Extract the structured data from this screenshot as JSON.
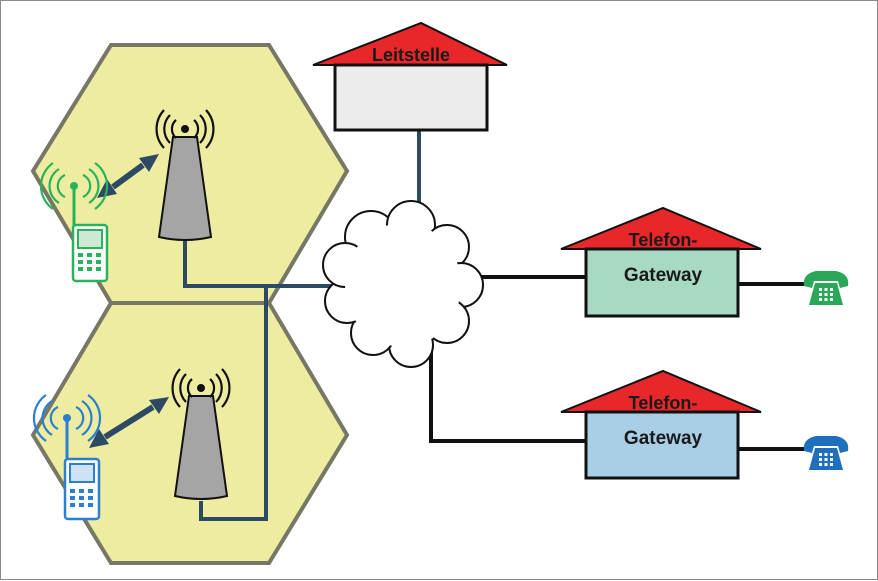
{
  "diagram": {
    "control_center": {
      "label": "Leitstelle"
    },
    "gateway_top": {
      "roof_label": "Telefon-",
      "box_label": "Gateway"
    },
    "gateway_bottom": {
      "roof_label": "Telefon-",
      "box_label": "Gateway"
    },
    "cells": [
      {
        "name": "cell-top",
        "handset_color": "green"
      },
      {
        "name": "cell-bottom",
        "handset_color": "blue"
      }
    ]
  },
  "colors": {
    "hexagon_fill": "#eeeca0",
    "hexagon_stroke": "#777766",
    "roof_red": "#e8272a",
    "control_box": "#ececec",
    "gateway_top_fill": "#a8d9c2",
    "gateway_bottom_fill": "#a9cfe6",
    "link_navy": "#2c4a64",
    "link_black": "#111111",
    "tower_gray": "#a5a5a5",
    "handset_green": "#27b35c",
    "handset_blue": "#2a7fd1",
    "phone_green": "#2aa85a",
    "phone_blue": "#1f6fbf"
  }
}
